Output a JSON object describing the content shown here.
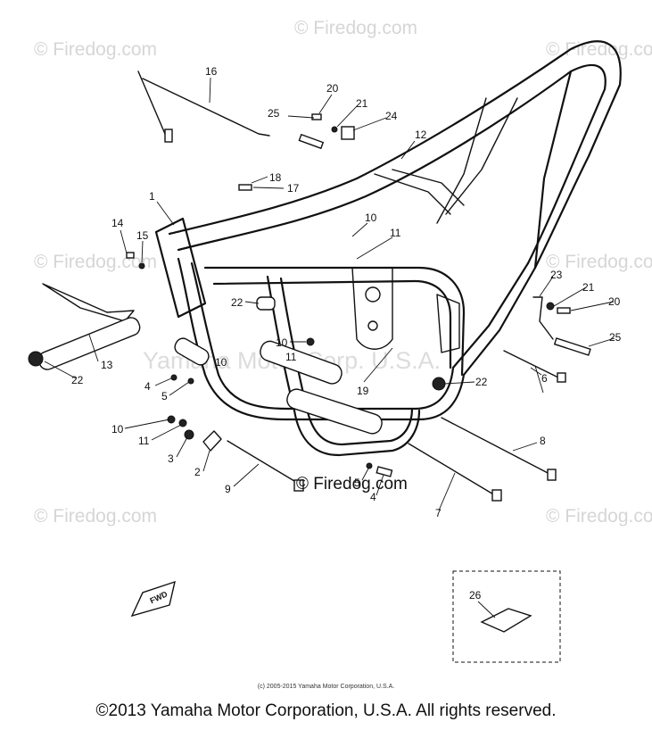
{
  "watermark": {
    "text": "© Firedog.com",
    "center_text": "Yamaha Motor Corp. U.S.A."
  },
  "center_credit": "© Firedog.com",
  "footer_note": "(c) 2005-2015 Yamaha Motor Corporation, U.S.A.",
  "copyright": "©2013 Yamaha Motor Corporation, U.S.A. All rights reserved.",
  "fwd_label": "FWD",
  "callouts": {
    "c1": "1",
    "c2": "2",
    "c3": "3",
    "c4a": "4",
    "c4b": "4",
    "c5a": "5",
    "c5b": "5",
    "c6": "6",
    "c7": "7",
    "c8": "8",
    "c9": "9",
    "c10a": "10",
    "c10b": "10",
    "c10c": "10",
    "c10d": "10",
    "c11a": "11",
    "c11b": "11",
    "c11c": "11",
    "c12": "12",
    "c13": "13",
    "c14": "14",
    "c15": "15",
    "c16": "16",
    "c17": "17",
    "c18": "18",
    "c19": "19",
    "c20a": "20",
    "c20b": "20",
    "c21a": "21",
    "c21b": "21",
    "c22a": "22",
    "c22b": "22",
    "c22c": "22",
    "c23": "23",
    "c24": "24",
    "c25a": "25",
    "c25b": "25",
    "c26": "26"
  }
}
